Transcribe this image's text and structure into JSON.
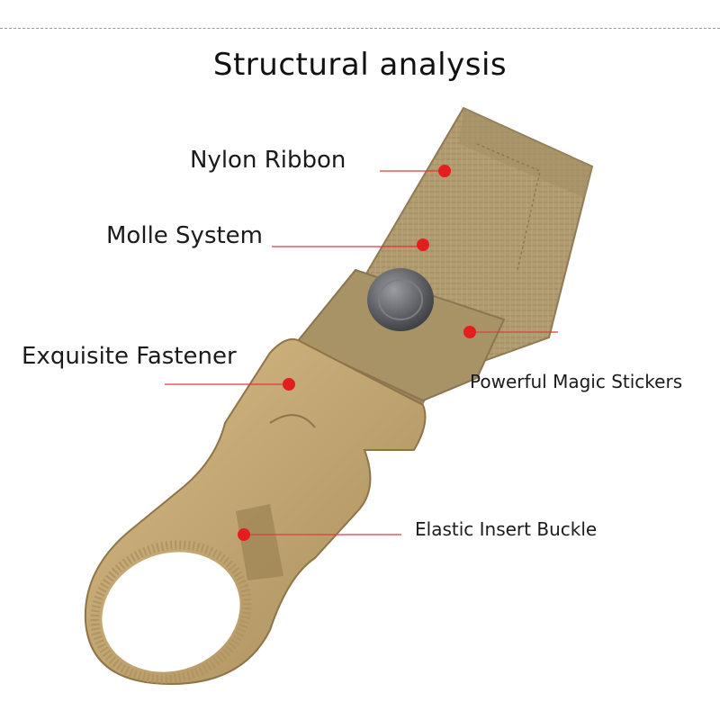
{
  "title": "Structural analysis",
  "callouts": [
    {
      "label": "Nylon Ribbon"
    },
    {
      "label": "Molle System"
    },
    {
      "label": "Exquisite Fastener"
    },
    {
      "label": "Powerful Magic Stickers"
    },
    {
      "label": "Elastic Insert Buckle"
    }
  ],
  "colors": {
    "strap": "#b19c72",
    "strap_dark": "#8f7a52",
    "buckle": "#c2a673",
    "buckle_dark": "#9c8153",
    "snap": "#5f6166",
    "leader_line": "#e23b3b",
    "marker": "#e41e1e"
  },
  "icons": {
    "product": "molle-carabiner-hook-illustration",
    "marker": "red-dot-marker"
  }
}
